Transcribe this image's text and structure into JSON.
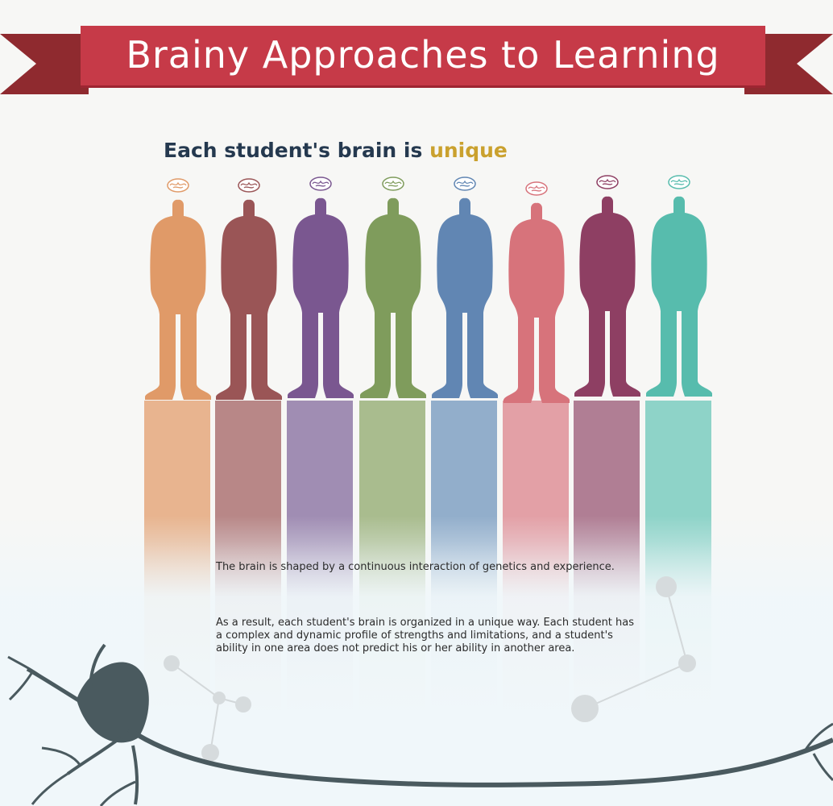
{
  "banner": {
    "title": "Brainy Approaches to Learning"
  },
  "subtitle": {
    "text": "Each student's brain is ",
    "accent": "unique"
  },
  "figures": [
    {
      "color": "#e09a68",
      "bar_color": "#e8b48f"
    },
    {
      "color": "#9a5556",
      "bar_color": "#b88787"
    },
    {
      "color": "#7a5790",
      "bar_color": "#a08db3"
    },
    {
      "color": "#7f9c5c",
      "bar_color": "#a9bc8e"
    },
    {
      "color": "#6186b3",
      "bar_color": "#92aecb"
    },
    {
      "color": "#d7737b",
      "bar_color": "#e3a0a6"
    },
    {
      "color": "#8e3f63",
      "bar_color": "#b07e94"
    },
    {
      "color": "#57bcad",
      "bar_color": "#8ed3c8"
    }
  ],
  "paragraphs": [
    "The brain is shaped by a continuous interaction of genetics and experience.",
    "As a result, each student's brain is organized in a unique way. Each student has a complex and dynamic profile of strengths and limitations, and a student's ability in one area does not predict his or her ability in another area."
  ],
  "colors": {
    "banner": "#c63a48",
    "banner_dark": "#8f2a2f",
    "neuron": "#4a5a5f"
  }
}
